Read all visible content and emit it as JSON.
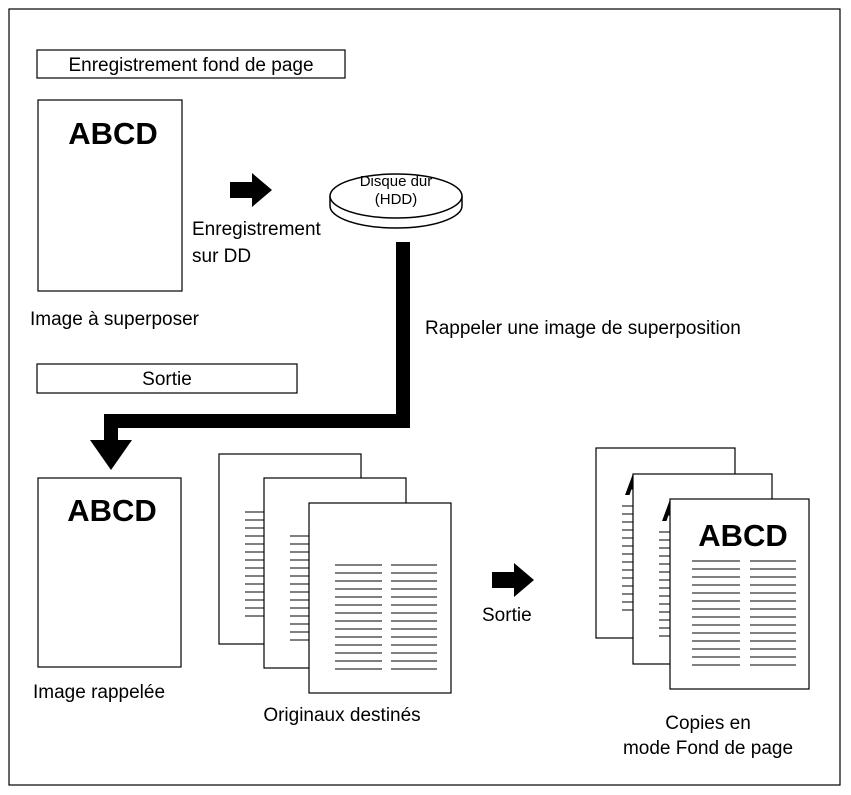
{
  "title_box_text": "Enregistrement fond de page",
  "doc_heading": "ABCD",
  "image_to_overlay_label": "Image à superposer",
  "register_label": [
    "Enregistrement",
    "sur DD"
  ],
  "hdd_label": [
    "Disque dur",
    "(HDD)"
  ],
  "recall_label": "Rappeler une image de superposition",
  "output_box_text": "Sortie",
  "recalled_image_label": "Image rappelée",
  "originals_label": "Originaux destinés",
  "output_arrow_label": "Sortie",
  "copies_label": [
    "Copies en",
    "mode Fond de page"
  ]
}
